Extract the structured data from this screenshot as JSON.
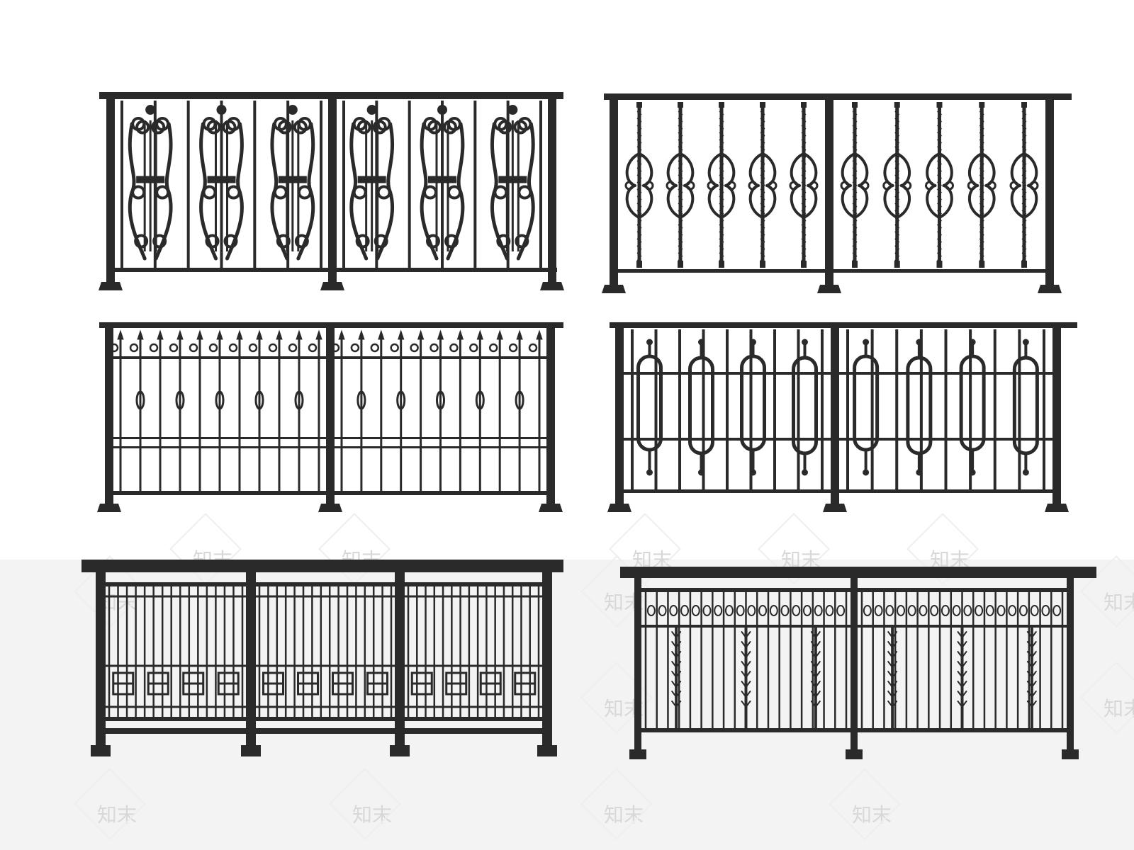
{
  "image": {
    "description_visible": "catalog sheet of six black metal balcony railing designs on white background",
    "colors": {
      "background_top": "#ffffff",
      "background_bottom": "#f4f4f4",
      "metal": "#2a2a2a",
      "metal_highlight": "#4a4a4a",
      "watermark": "#dcdcdc"
    }
  },
  "watermark": {
    "text": "知末"
  },
  "railings": [
    {
      "style": "scroll-panels",
      "panels": 2,
      "ornaments_per_panel": 3
    },
    {
      "style": "twisted-bars-with-scrolls",
      "panels": 2,
      "bars_per_panel": 5
    },
    {
      "style": "spear-top-pickets",
      "panels": 2,
      "pickets_per_panel": 11
    },
    {
      "style": "oval-loops",
      "panels": 2,
      "loops_per_panel": 4
    },
    {
      "style": "chinese-lattice",
      "panels": 3
    },
    {
      "style": "ring-top-with-leaf-bars",
      "panels": 2
    }
  ]
}
